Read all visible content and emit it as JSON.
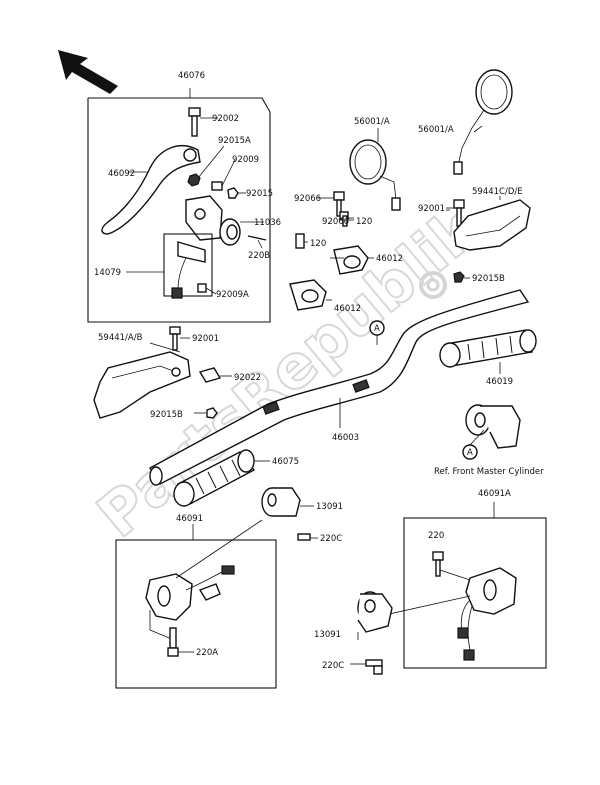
{
  "labels": {
    "l46076": "46076",
    "l92002": "92002",
    "l92015A_top": "92015A",
    "l46092": "46092",
    "l92009": "92009",
    "l92015": "92015",
    "l11036": "11036",
    "l220B": "220B",
    "l14079": "14079",
    "l92009A": "92009A",
    "l92001_left": "92001",
    "l59441AB": "59441/A/B",
    "l92022": "92022",
    "l92015B_left": "92015B",
    "l46075": "46075",
    "l46091": "46091",
    "l13091_top": "13091",
    "l220C_top": "220C",
    "l220A": "220A",
    "l56001A_1": "56001/A",
    "l56001A_2": "56001/A",
    "l92066_1": "92066",
    "l92066_2": "92066",
    "l120_1": "120",
    "l120_2": "120",
    "l46012_1": "46012",
    "l46012_2": "46012",
    "l92001_right": "92001",
    "l59441CDE": "59441C/D/E",
    "l92015B_right": "92015B",
    "l46019": "46019",
    "l46003": "46003",
    "lA1": "A",
    "lA2": "A",
    "lref": "Ref. Front Master Cylinder",
    "l46091A": "46091A",
    "l220": "220",
    "l13091_bottom": "13091",
    "l220C_bottom": "220C"
  },
  "watermark": "PartsRepublik"
}
